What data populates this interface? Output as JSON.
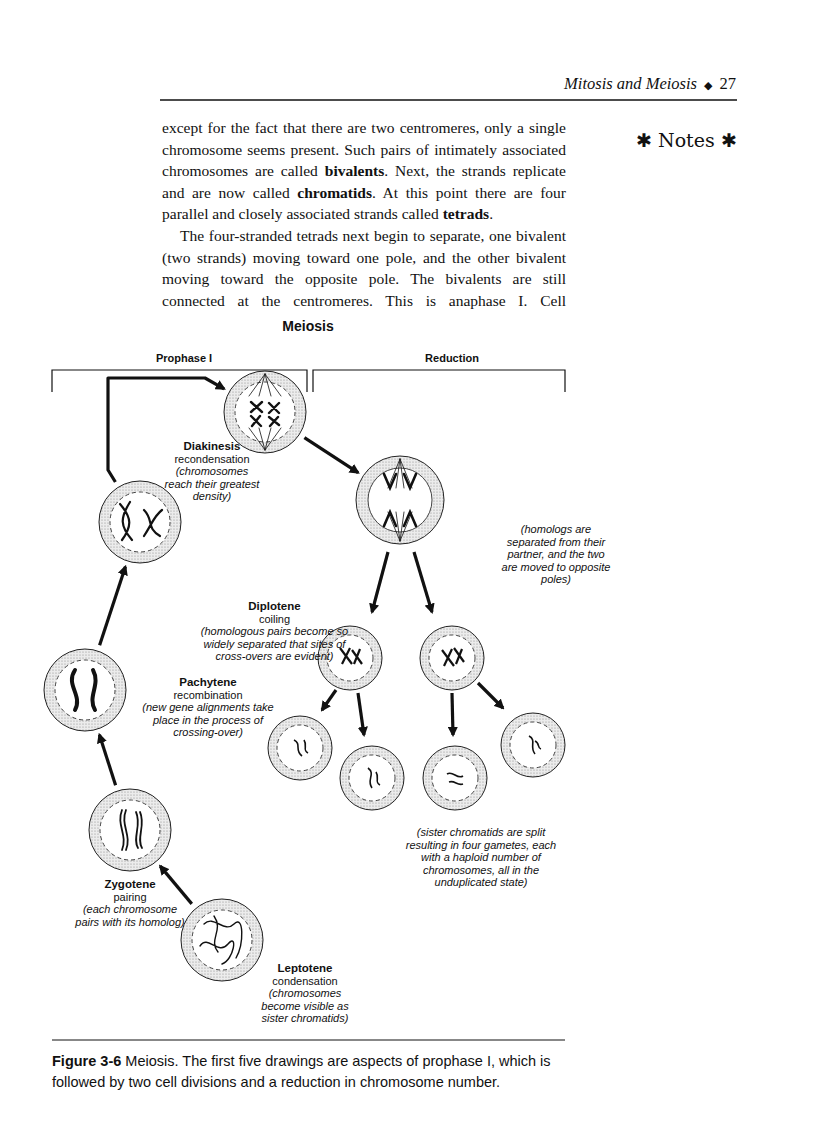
{
  "diagram": {
    "title": "Meiosis",
    "caption": "Meiosis. The first five drawings are aspects of prophase I, which is followed by two cell divisions and a reduction in chromosome number.",
    "nodes": [
      {
        "text": [
          "Diakinesis",
          "recondensation",
          "(chromosomes reach their greatest density)"
        ]
      },
      {
        "text": [
          "(homologs are separated from their partner, and the two are moved to opposite poles)"
        ]
      },
      {
        "text": [
          "Diplotene",
          "coiling",
          "(homologous pairs become so widely separated that sites of cross-overs are evident)"
        ]
      },
      {
        "text": [
          "Pachytene",
          "recombination",
          "(new gene alignments take place in the process of crossing-over)"
        ]
      },
      {
        "text": [
          "Zygotene",
          "pairing",
          "(each chromosome pairs with its homolog)"
        ]
      },
      {
        "text": [
          "Leptotene",
          "condensation",
          "(chromosomes become visible as sister chromatids)"
        ]
      }
    ],
    "edges": [
      {
        "from": 5,
        "to": 4,
        "arrow": "to"
      },
      {
        "from": 4,
        "to": 3,
        "arrow": "to"
      },
      {
        "from": 3,
        "to": 2,
        "arrow": "to"
      },
      {
        "from": 2,
        "to": 0,
        "arrow": "to"
      },
      {
        "from": 0,
        "to": 1,
        "arrow": "to"
      }
    ],
    "labels": [
      "Mitosis and Meiosis",
      "◆",
      "27",
      "✱ Notes ✱",
      "except for the fact that there are two centromeres, only a single chromosome seems present. Such pairs of intimately associated chromosomes are called",
      "bivalents",
      ". Next, the strands replicate and are now called",
      "chromatids",
      ". At this point there are four parallel and closely associated strands called",
      "tetrads",
      ".",
      "The four-stranded tetrads next begin to separate, one bivalent (two strands) moving toward one pole, and the other bivalent moving toward the opposite pole. The bivalents are still connected at the centromeres. This is anaphase I. Cell",
      "Prophase I",
      "Reduction",
      "(sister chromatids are split resulting in four gametes, each with a haploid number of chromosomes, all in the unduplicated state)",
      "Figure 3-6"
    ]
  }
}
